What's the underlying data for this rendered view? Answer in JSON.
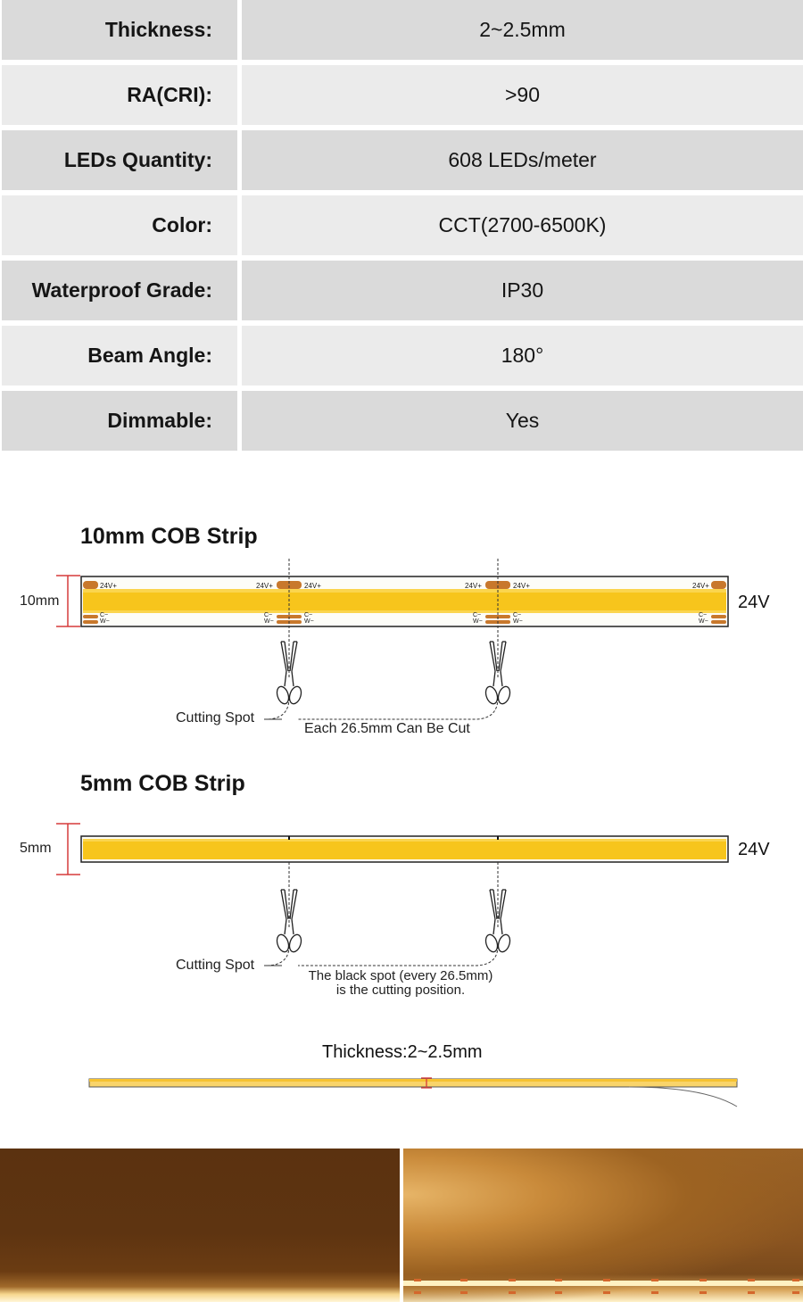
{
  "specs": [
    {
      "label": "Thickness:",
      "value": "2~2.5mm"
    },
    {
      "label": "RA(CRI):",
      "value": ">90"
    },
    {
      "label": "LEDs Quantity:",
      "value": "608 LEDs/meter"
    },
    {
      "label": "Color:",
      "value": "CCT(2700-6500K)"
    },
    {
      "label": "Waterproof Grade:",
      "value": "IP30"
    },
    {
      "label": "Beam Angle:",
      "value": "180°"
    },
    {
      "label": "Dimmable:",
      "value": "Yes"
    }
  ],
  "strip10": {
    "title": "10mm COB Strip",
    "width_label": "10mm",
    "voltage": "24V",
    "pad_plus": "24V+",
    "pad_c": "C−",
    "pad_w": "W−",
    "cutting_label": "Cutting Spot",
    "note": "Each 26.5mm Can Be Cut"
  },
  "strip5": {
    "title": "5mm COB Strip",
    "width_label": "5mm",
    "voltage": "24V",
    "cutting_label": "Cutting Spot",
    "note_line1": "The black spot (every 26.5mm)",
    "note_line2": "is the cutting position."
  },
  "thickness": {
    "label": "Thickness:2~2.5mm"
  },
  "colors": {
    "strip_yellow": "#f7c51c",
    "pad_orange": "#c8782c",
    "dim_red": "#d63a3a"
  }
}
